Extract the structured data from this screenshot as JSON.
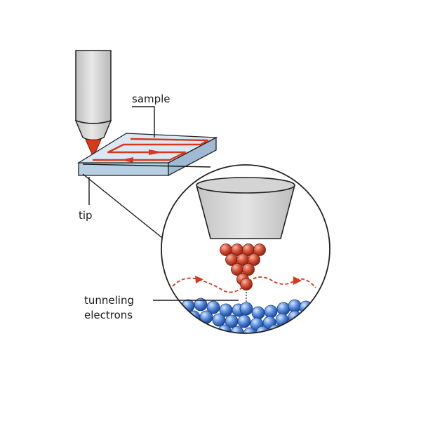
{
  "labels": {
    "sample": "sample",
    "tip": "tip",
    "tunneling_line1": "tunneling",
    "tunneling_line2": "electrons"
  },
  "colors": {
    "probe_body": "#dcdcdc",
    "probe_outline": "#222222",
    "sample_top": "#d6e6f2",
    "sample_side": "#a9c3d8",
    "scan_path": "#d63a1a",
    "tip_atoms": "#c8432c",
    "sample_atoms": "#4a7fd0",
    "tunneling_path": "#d63a1a"
  },
  "icons": {
    "probe": "stm-probe-icon",
    "scan_arrow": "arrow-icon"
  }
}
